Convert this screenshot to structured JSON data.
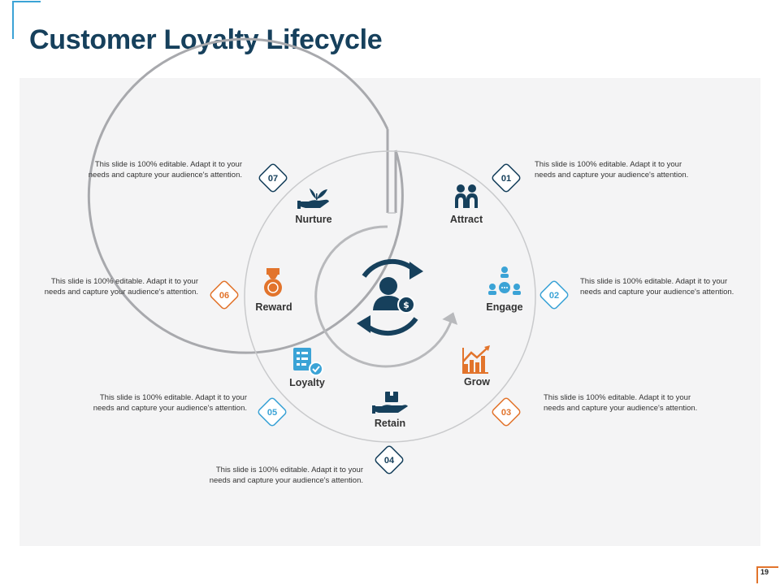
{
  "slide": {
    "title": "Customer Loyalty Lifecycle",
    "page_number": "19"
  },
  "stages": [
    {
      "num": "01",
      "label": "Attract",
      "icon": "magnet-people-icon",
      "color": "#16405c",
      "description": "This slide is 100% editable.  Adapt it to your needs and capture your audience's attention."
    },
    {
      "num": "02",
      "label": "Engage",
      "icon": "network-people-icon",
      "color": "#3ba3d6",
      "description": "This slide is 100% editable.  Adapt it to your needs and capture your audience's attention."
    },
    {
      "num": "03",
      "label": "Grow",
      "icon": "growth-chart-icon",
      "color": "#e2742c",
      "description": "This slide is 100% editable.  Adapt it to your needs and capture your audience's attention."
    },
    {
      "num": "04",
      "label": "Retain",
      "icon": "hand-box-icon",
      "color": "#16405c",
      "description": "This slide is 100% editable.  Adapt it to your needs and capture your audience's attention."
    },
    {
      "num": "05",
      "label": "Loyalty",
      "icon": "checklist-icon",
      "color": "#3ba3d6",
      "description": "This slide is 100% editable.  Adapt it to your needs and capture your audience's attention."
    },
    {
      "num": "06",
      "label": "Reward",
      "icon": "medal-icon",
      "color": "#e2742c",
      "description": "This slide is 100% editable.  Adapt it to your needs and capture your audience's attention."
    },
    {
      "num": "07",
      "label": "Nurture",
      "icon": "hand-plant-icon",
      "color": "#16405c",
      "description": "This slide is 100% editable.  Adapt it to your needs and capture your audience's attention."
    }
  ],
  "center": {
    "icon": "customer-cycle-icon"
  },
  "colors": {
    "navy": "#16405c",
    "blue": "#3ba3d6",
    "orange": "#e2742c",
    "ring": "#a8a9ad"
  }
}
